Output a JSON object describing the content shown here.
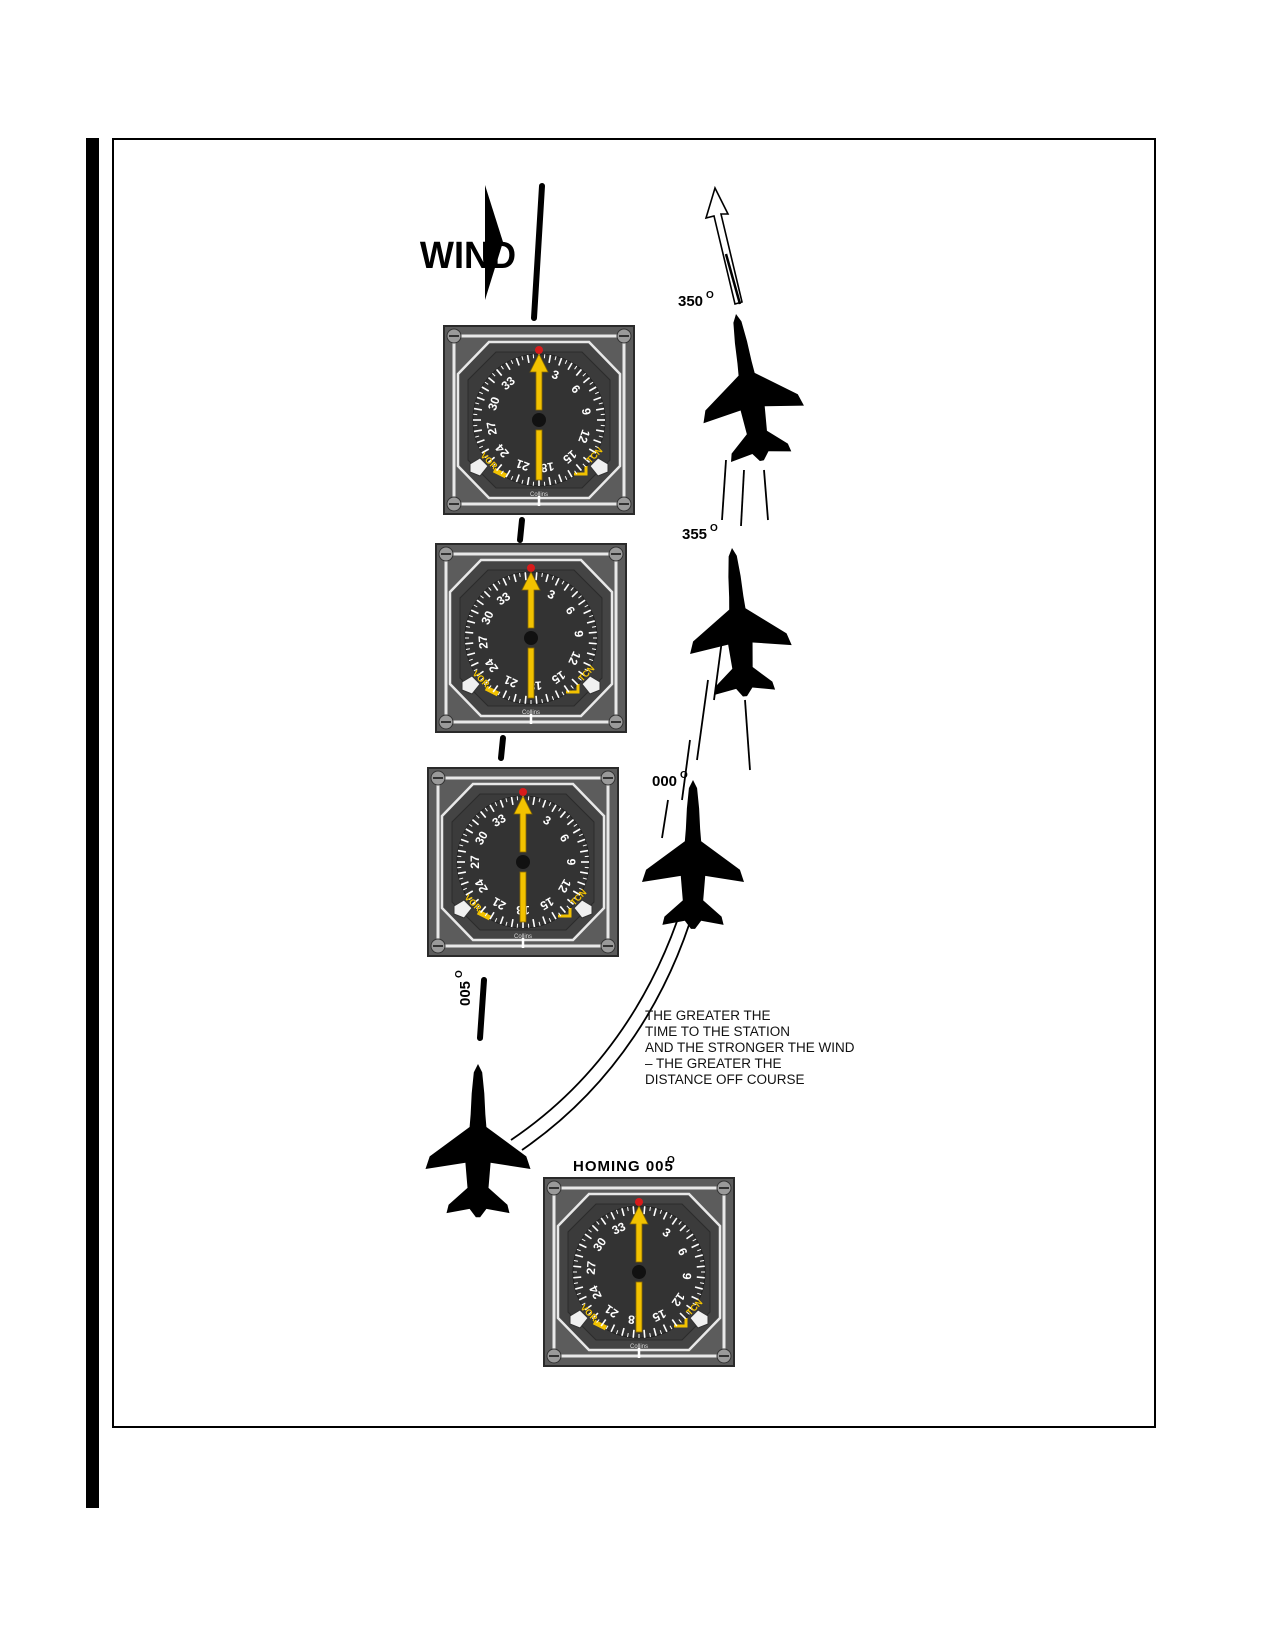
{
  "wind_label": "WIND",
  "headings": {
    "h350": "350",
    "h355": "355",
    "h000": "000",
    "h005": "005",
    "degree": "O"
  },
  "homing_label": "HOMING 005",
  "note": {
    "line1": "THE GREATER THE",
    "line2": "TIME TO THE STATION",
    "line3": "AND THE STRONGER THE WIND",
    "line4": "– THE GREATER THE",
    "line5": "DISTANCE OFF COURSE"
  },
  "instrument": {
    "brand": "Collins",
    "left_mode": "VOR",
    "right_mode": "TCN",
    "scale": [
      "33",
      "3",
      "6",
      "9",
      "12",
      "15",
      "18",
      "21",
      "24",
      "27",
      "30"
    ]
  },
  "colors": {
    "needle": "#f2c200",
    "lubber": "#d81b1b",
    "bezel": "#4a4a4a",
    "face": "#3a3a3a"
  }
}
